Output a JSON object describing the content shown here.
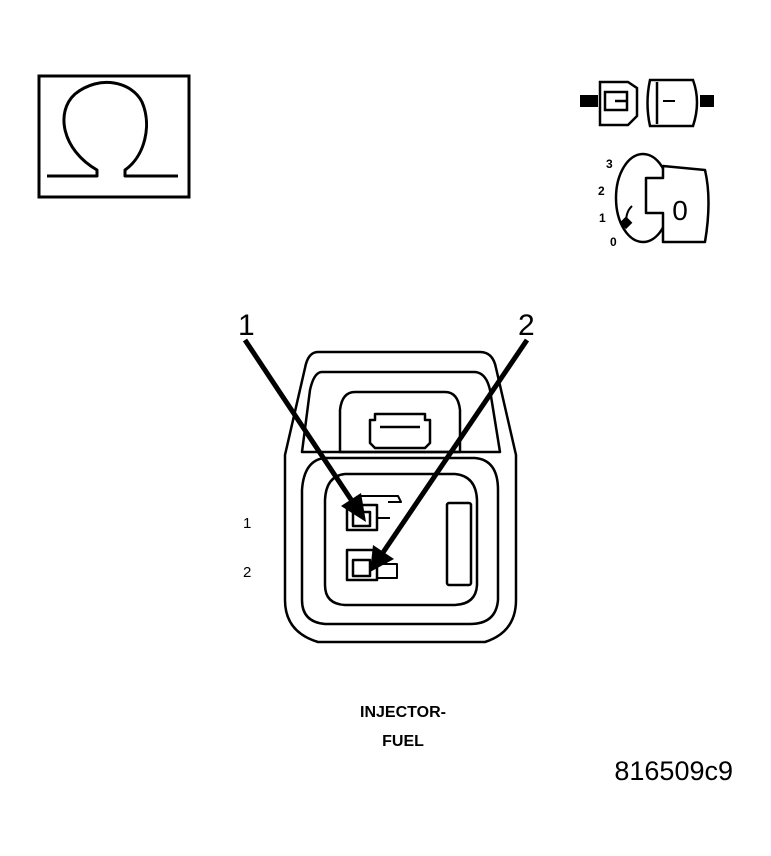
{
  "symbols": {
    "meter": "ohm-symbol",
    "connector_state": "disconnected-connector-icon",
    "ignition_state": "ignition-key-icon"
  },
  "ignition": {
    "positions": [
      "3",
      "2",
      "1",
      "0"
    ],
    "selected": "0"
  },
  "callouts": [
    "1",
    "2"
  ],
  "pins": [
    "1",
    "2"
  ],
  "caption": {
    "line1": "INJECTOR-",
    "line2": "FUEL"
  },
  "figure_code": "816509c9"
}
